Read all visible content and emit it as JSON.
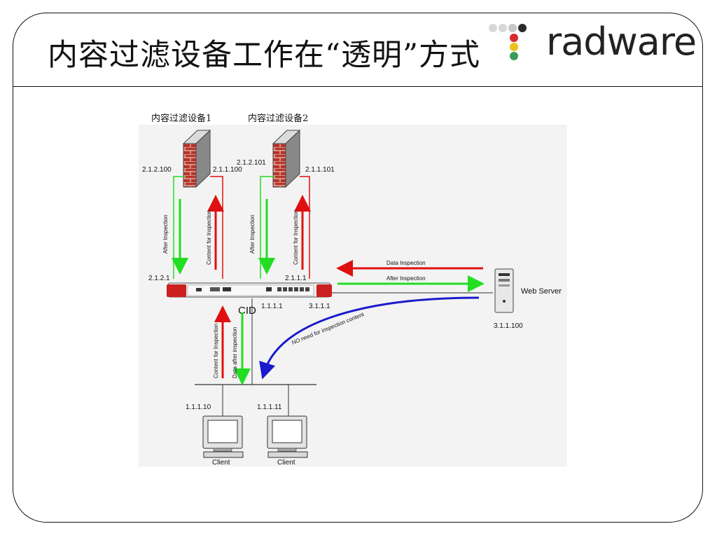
{
  "slide": {
    "title": "内容过滤设备工作在“透明”方式",
    "logo_text": "radware"
  },
  "devices": {
    "filter1_label": "内容过滤设备1",
    "filter2_label": "内容过滤设备2",
    "cid_label": "CID",
    "server_label": "Web Server",
    "server_ip": "3.1.1.100",
    "client_label": "Client"
  },
  "ips": {
    "f1_left": "2.1.2.100",
    "f1_right": "2.1.1.100",
    "f2_left": "2.1.2.101",
    "f2_right": "2.1.1.101",
    "cid_left": "2.1.2.1",
    "cid_right": "2.1.1.1",
    "cid_lan": "1.1.1.1",
    "cid_wan": "3.1.1.1",
    "client1": "1.1.1.10",
    "client2": "1.1.1.11"
  },
  "flows": {
    "after_inspection": "After Inspection",
    "content_for_inspection": "Content for Inspection",
    "data_inspection": "Data Inspection",
    "data_after_inspection": "Data after inspection",
    "no_need": "NO need for inspection content"
  },
  "colors": {
    "green": "#22dd22",
    "red": "#e01010",
    "blue": "#1a1acc",
    "brick": "#b8342a",
    "logo_dots": [
      "#d7d7d7",
      "#d7d7d7",
      "#c7c7c7",
      "#d52b2b",
      "#2b2b2b",
      "#e8c21a",
      "#3a9a5a"
    ]
  }
}
